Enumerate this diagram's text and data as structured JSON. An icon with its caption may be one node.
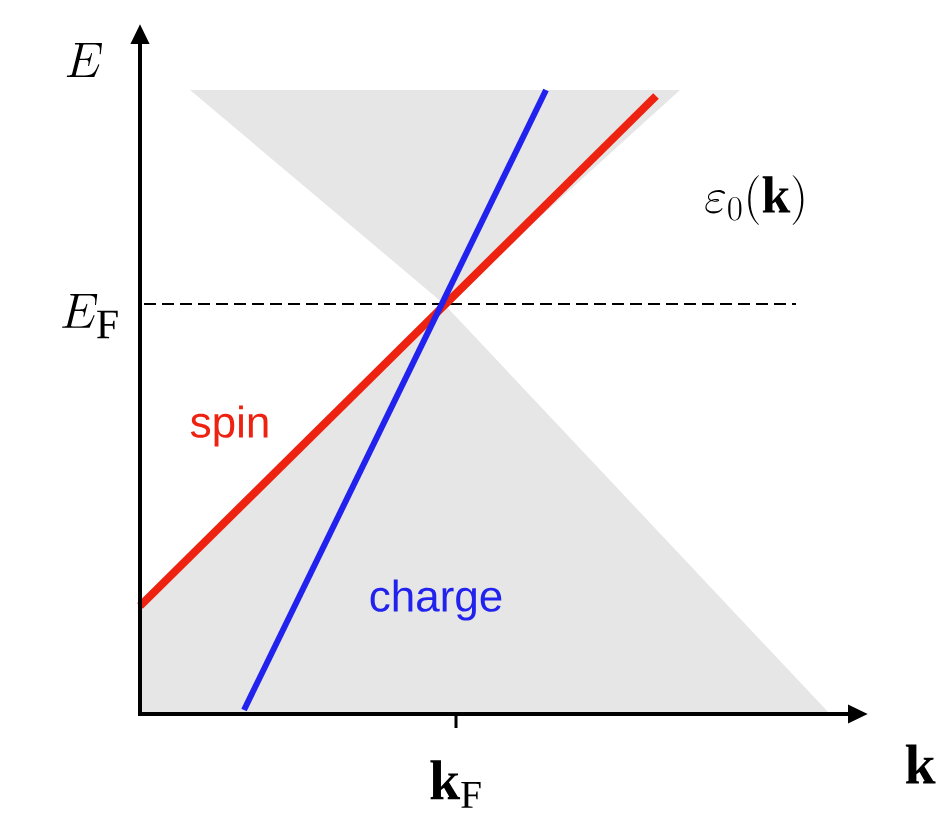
{
  "diagram": {
    "labels": [
      "E",
      "\\varepsilon_0(\\mathbf{k})",
      "E_{\\mathrm{F}}",
      "spin",
      "charge",
      "\\mathbf{k}_{\\mathrm{F}}",
      "\\mathbf{k}"
    ]
  }
}
